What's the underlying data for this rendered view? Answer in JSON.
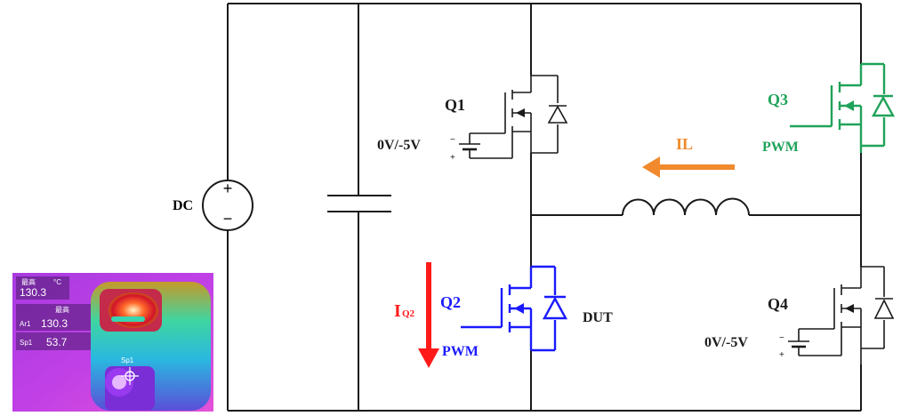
{
  "colors": {
    "wire": "#1a1a1a",
    "q2": "#1a1aff",
    "q3": "#1fa35a",
    "arrow_iq2": "#ff1a1a",
    "arrow_il": "#f08a2c"
  },
  "labels": {
    "dc": "DC",
    "q1": "Q1",
    "q1_gate": "0V/-5V",
    "q2": "Q2",
    "q2_drive": "PWM",
    "q2_dut": "DUT",
    "iq2_main": "I",
    "iq2_sub": "Q2",
    "q3": "Q3",
    "q3_drive": "PWM",
    "il": "IL",
    "q4": "Q4",
    "q4_gate": "0V/-5V",
    "plus": "+",
    "minus": "−"
  },
  "thermal": {
    "max_label_top": "最高",
    "unit": "°C",
    "max_value_top": "130.3",
    "max_label": "最高",
    "ar1_label": "Ar1",
    "ar1_value": "130.3",
    "sp1_label": "Sp1",
    "sp1_value": "53.7",
    "spot_label": "Sp1"
  }
}
